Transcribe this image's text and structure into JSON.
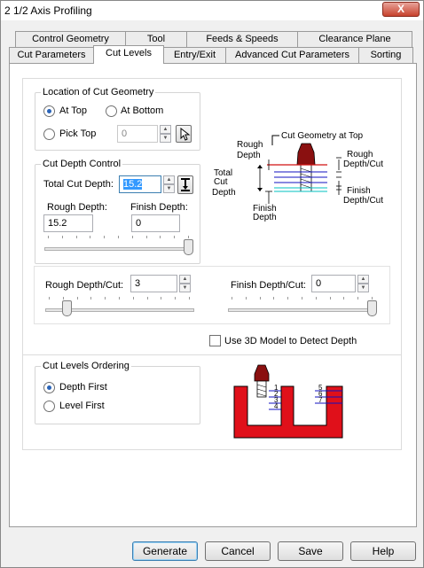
{
  "window": {
    "title": "2 1/2 Axis Profiling",
    "close_glyph": "X"
  },
  "tabs_row1": [
    "Control Geometry",
    "Tool",
    "Feeds & Speeds",
    "Clearance Plane"
  ],
  "tabs_row2": [
    "Cut Parameters",
    "Cut Levels",
    "Entry/Exit",
    "Advanced Cut Parameters",
    "Sorting"
  ],
  "active_tab": "Cut Levels",
  "location": {
    "title": "Location of Cut Geometry",
    "at_top": "At Top",
    "at_bottom": "At Bottom",
    "pick_top": "Pick Top",
    "pick_top_value": "0",
    "selected": "At Top"
  },
  "depth_control": {
    "title": "Cut Depth Control",
    "total_label": "Total Cut Depth:",
    "total_value": "15.2",
    "rough_label": "Rough Depth:",
    "rough_value": "15.2",
    "finish_label": "Finish Depth:",
    "finish_value": "0",
    "slider_fraction": 1.0
  },
  "diagram1": {
    "title": "Cut Geometry at Top",
    "rough_depth": [
      "Rough",
      "Depth"
    ],
    "total_cut_depth": [
      "Total",
      "Cut",
      "Depth"
    ],
    "finish_depth": [
      "Finish",
      "Depth"
    ],
    "rough_depth_cut": [
      "Rough",
      "Depth/Cut"
    ],
    "finish_depth_cut": [
      "Finish",
      "Depth/Cut"
    ]
  },
  "per_cut": {
    "rough_label": "Rough Depth/Cut:",
    "rough_value": "3",
    "finish_label": "Finish Depth/Cut:",
    "finish_value": "0",
    "rough_slider_fraction": 0.12,
    "finish_slider_fraction": 1.0
  },
  "use_3d_model": {
    "label": "Use 3D Model to Detect Depth",
    "checked": false
  },
  "ordering": {
    "title": "Cut Levels Ordering",
    "depth_first": "Depth First",
    "level_first": "Level First",
    "selected": "Depth First",
    "diagram_numbers_left": [
      "1",
      "2",
      "3",
      "4"
    ],
    "diagram_numbers_right": [
      "5",
      "6",
      "7"
    ]
  },
  "buttons": {
    "generate": "Generate",
    "cancel": "Cancel",
    "save": "Save",
    "help": "Help"
  },
  "colors": {
    "stock_red": "#e0101a",
    "tool_maroon": "#8a1010",
    "rough_line_blue": "#1010c0",
    "finish_line_cyan": "#00c0c0",
    "top_line_red": "#d01010"
  }
}
